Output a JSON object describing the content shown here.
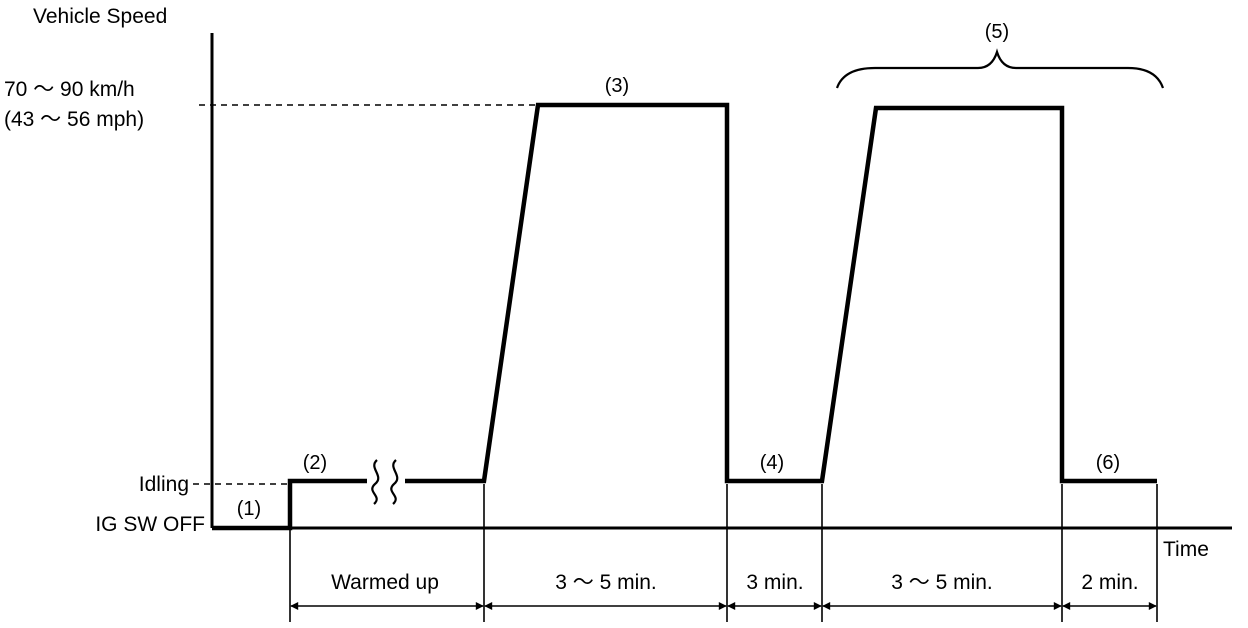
{
  "diagram": {
    "y_axis": {
      "title": "Vehicle Speed",
      "levels": {
        "high_line1": "70 ～ 90 km/h",
        "high_line2": "(43 ～ 56 mph)",
        "idling": "Idling",
        "off": "IG SW OFF"
      }
    },
    "x_axis": {
      "title": "Time"
    },
    "phases": [
      "(1)",
      "(2)",
      "(3)",
      "(4)",
      "(5)",
      "(6)"
    ],
    "durations": [
      "Warmed up",
      "3 ～ 5 min.",
      "3 min.",
      "3 ～ 5 min.",
      "2 min."
    ]
  }
}
